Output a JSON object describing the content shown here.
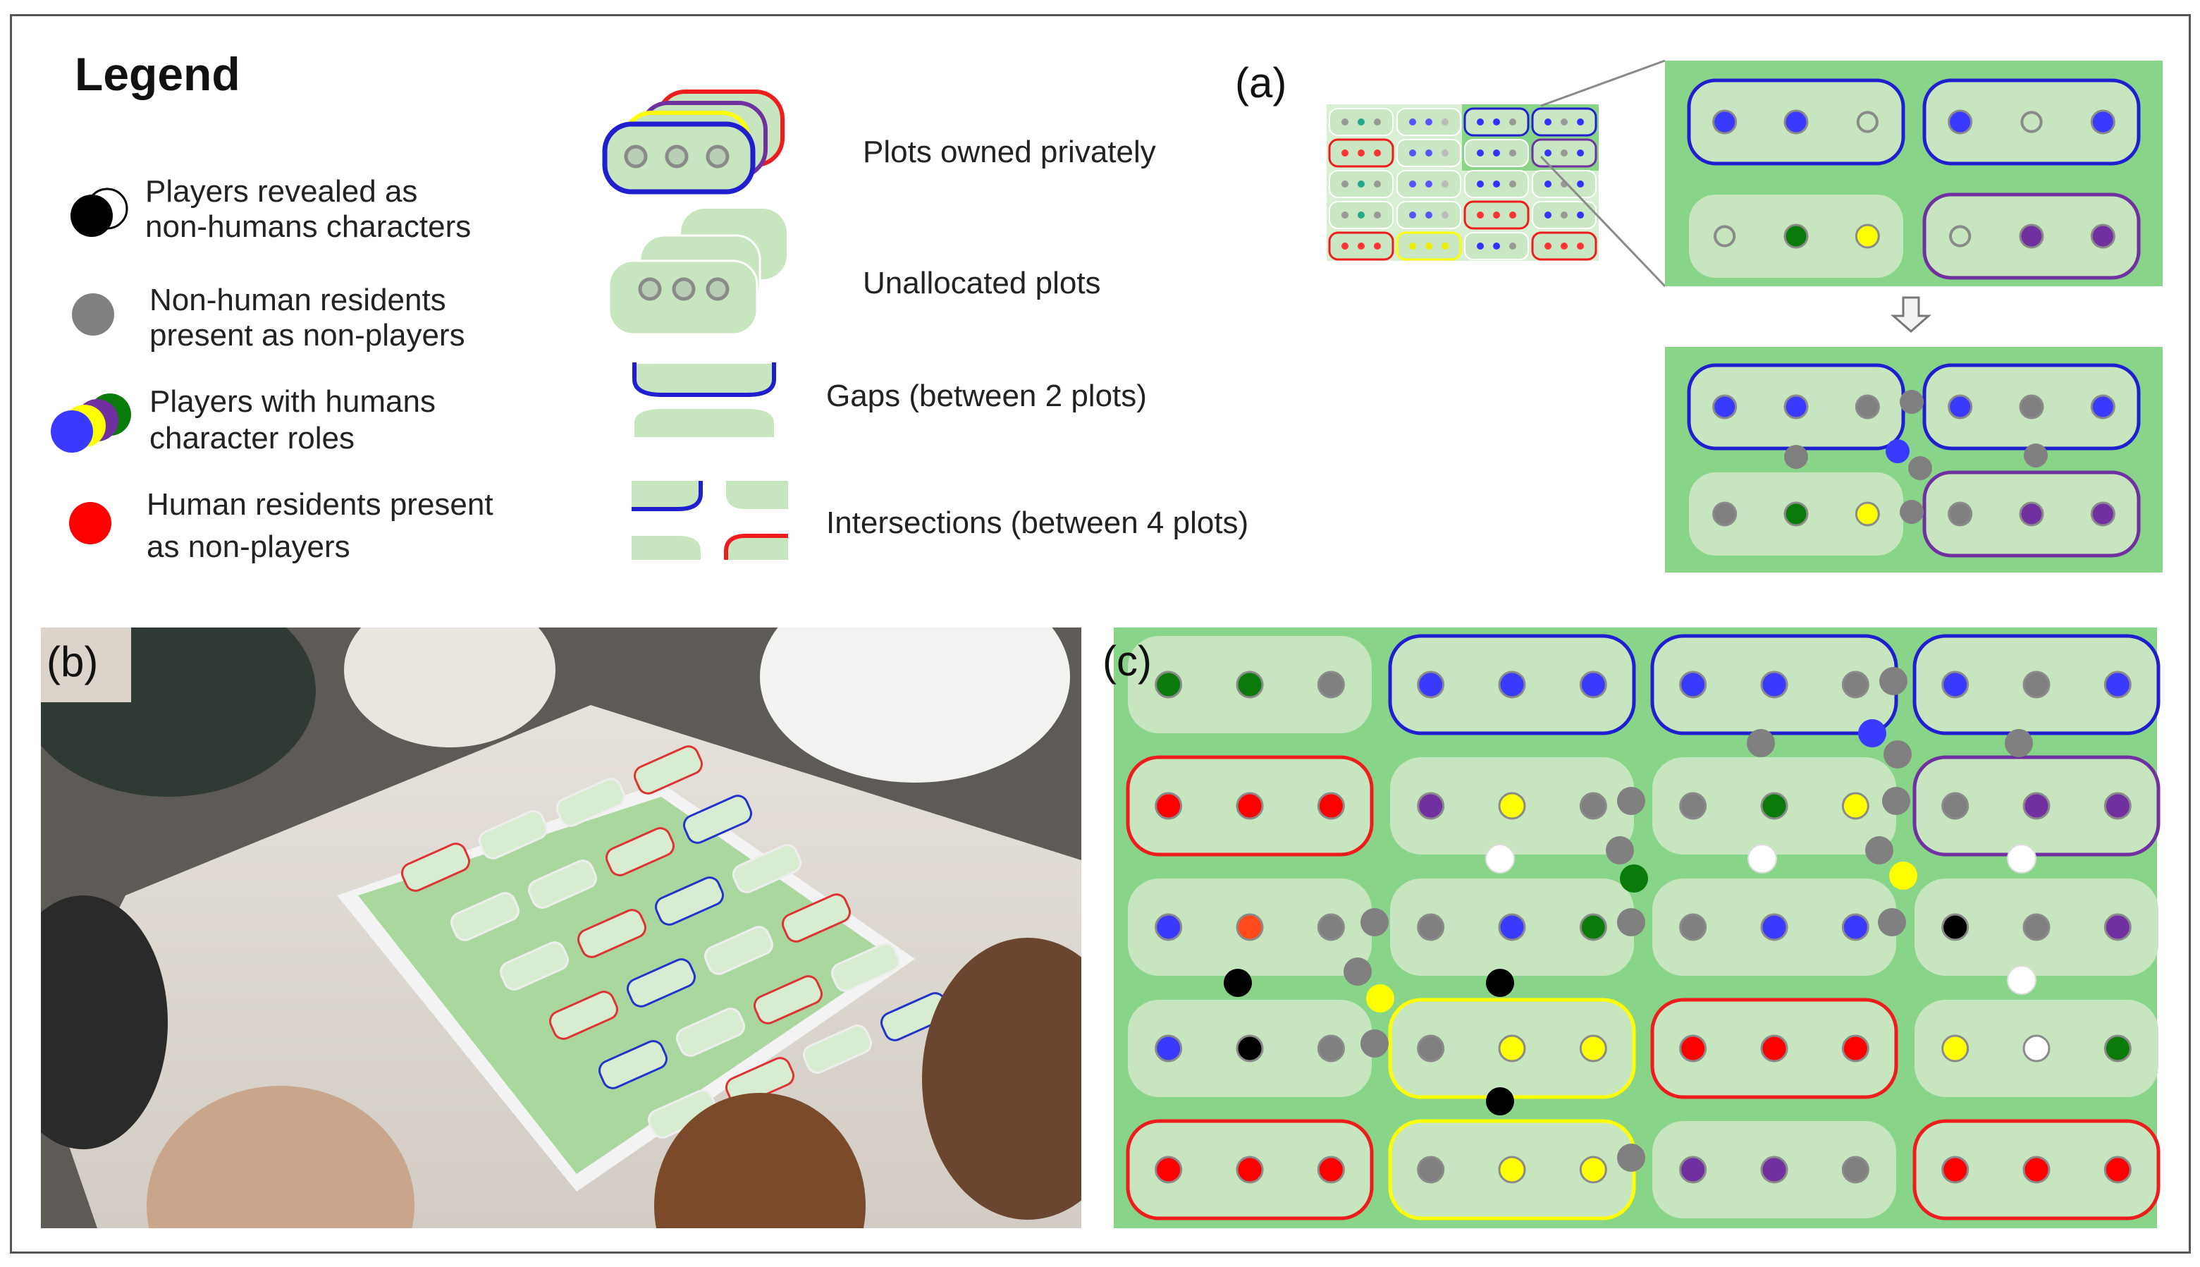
{
  "legend": {
    "title": "Legend",
    "items": [
      {
        "line1": "Players revealed as",
        "line2": "non-humans characters"
      },
      {
        "line1": "Non-human residents",
        "line2": "present as non-players"
      },
      {
        "line1": "Players with humans",
        "line2": "character roles"
      },
      {
        "line1": "Human residents present",
        "line2": "as non-players"
      }
    ],
    "plot_items": [
      {
        "label": "Plots owned privately"
      },
      {
        "label": "Unallocated plots"
      },
      {
        "label": "Gaps (between 2 plots)"
      },
      {
        "label": "Intersections (between 4 plots)"
      }
    ]
  },
  "panels": {
    "a": "(a)",
    "b": "(b)",
    "c": "(c)"
  },
  "colors": {
    "field": "#88d58a",
    "plot": "#c7e6bf",
    "owner_blue": "#1f1fd0",
    "owner_purple": "#7030a0",
    "owner_red": "#ee1c1c",
    "owner_yellow": "#ffff00",
    "pawn_blue": "#3a3aff",
    "pawn_grey": "#808080",
    "pawn_green": "#0a7a0a",
    "pawn_yellow": "#ffff00",
    "pawn_purple": "#7030a0",
    "pawn_red": "#ff0000",
    "pawn_black": "#000000",
    "pawn_white": "#ffffff"
  },
  "panel_c": {
    "rows": [
      {
        "plots": [
          {
            "owner": null,
            "pawns": [
              "green",
              "green",
              "grey"
            ]
          },
          {
            "owner": "blue",
            "pawns": [
              "blue",
              "blue",
              "blue"
            ]
          },
          {
            "owner": "blue",
            "pawns": [
              "blue",
              "blue",
              "grey"
            ]
          },
          {
            "owner": "blue",
            "pawns": [
              "blue",
              "grey",
              "blue"
            ]
          }
        ]
      },
      {
        "plots": [
          {
            "owner": "red",
            "pawns": [
              "red",
              "red",
              "red"
            ]
          },
          {
            "owner": null,
            "pawns": [
              "purple",
              "yellow",
              "grey"
            ]
          },
          {
            "owner": null,
            "pawns": [
              "grey",
              "green",
              "yellow"
            ]
          },
          {
            "owner": "purple",
            "pawns": [
              "grey",
              "purple",
              "purple"
            ]
          }
        ]
      },
      {
        "plots": [
          {
            "owner": null,
            "pawns": [
              "blue",
              "orange",
              "grey"
            ]
          },
          {
            "owner": null,
            "pawns": [
              "grey",
              "blue",
              "green"
            ]
          },
          {
            "owner": null,
            "pawns": [
              "grey",
              "blue",
              "blue"
            ]
          },
          {
            "owner": null,
            "pawns": [
              "black",
              "grey",
              "purple"
            ]
          }
        ]
      },
      {
        "plots": [
          {
            "owner": null,
            "pawns": [
              "blue",
              "black",
              "grey"
            ]
          },
          {
            "owner": "yellow",
            "pawns": [
              "grey",
              "yellow",
              "yellow"
            ]
          },
          {
            "owner": "red",
            "pawns": [
              "red",
              "red",
              "red"
            ]
          },
          {
            "owner": null,
            "pawns": [
              "yellow",
              "white",
              "green"
            ]
          }
        ]
      },
      {
        "plots": [
          {
            "owner": "red",
            "pawns": [
              "red",
              "red",
              "red"
            ]
          },
          {
            "owner": "yellow",
            "pawns": [
              "grey",
              "yellow",
              "yellow"
            ]
          },
          {
            "owner": null,
            "pawns": [
              "purple",
              "purple",
              "grey"
            ]
          },
          {
            "owner": "red",
            "pawns": [
              "red",
              "red",
              "red"
            ]
          }
        ]
      }
    ]
  }
}
